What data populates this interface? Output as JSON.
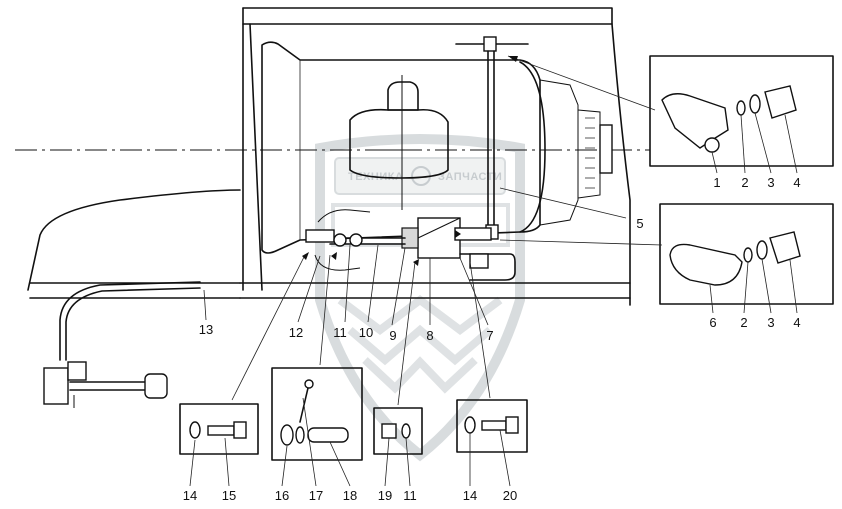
{
  "watermark": {
    "logo_text_left": "ТЕХНИКА",
    "logo_text_right": "ЗАПЧАСТИ",
    "color": "#9aa4a8"
  },
  "callouts": {
    "c1": "1",
    "c2a": "2",
    "c3a": "3",
    "c4a": "4",
    "c5": "5",
    "c6": "6",
    "c2b": "2",
    "c3b": "3",
    "c4b": "4",
    "c7": "7",
    "c8": "8",
    "c9": "9",
    "c10": "10",
    "c11a": "11",
    "c12": "12",
    "c13": "13",
    "c14a": "14",
    "c15": "15",
    "c16": "16",
    "c17": "17",
    "c18": "18",
    "c19": "19",
    "c11b": "11",
    "c14b": "14",
    "c20": "20"
  }
}
